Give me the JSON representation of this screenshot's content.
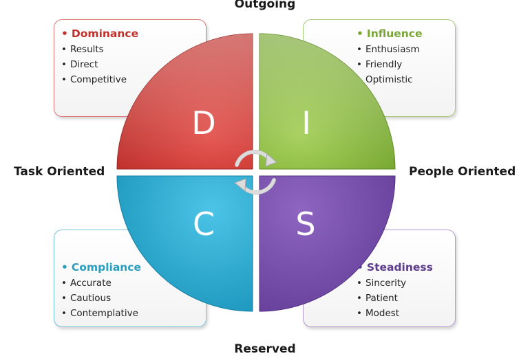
{
  "axes": {
    "top": "Outgoing",
    "bottom": "Reserved",
    "left": "Task Oriented",
    "right": "People Oriented"
  },
  "quadrants": {
    "d": {
      "letter": "D",
      "title": "Dominance",
      "items": [
        "Results",
        "Direct",
        "Competitive"
      ],
      "color": "#d23b36"
    },
    "i": {
      "letter": "I",
      "title": "Influence",
      "items": [
        "Enthusiasm",
        "Friendly",
        "Optimistic"
      ],
      "color": "#8dbf3d"
    },
    "c": {
      "letter": "C",
      "title": "Compliance",
      "items": [
        "Accurate",
        "Cautious",
        "Contemplative"
      ],
      "color": "#2fb2d8"
    },
    "s": {
      "letter": "S",
      "title": "Steadiness",
      "items": [
        "Sincerity",
        "Patient",
        "Modest"
      ],
      "color": "#7a52ad"
    }
  },
  "center_icon": "cycle-arrows-icon"
}
